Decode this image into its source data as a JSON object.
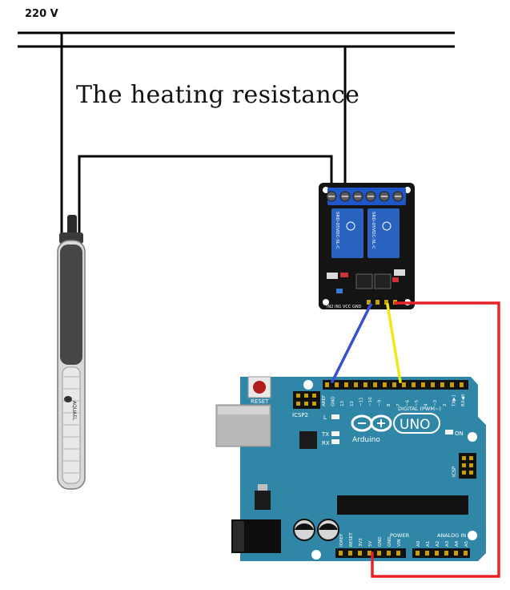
{
  "supply_label": "220 V",
  "title": "The heating resistance",
  "arduino": {
    "brand": "Arduino",
    "model": "UNO",
    "reset": "RESET",
    "icsp2": "ICSP2",
    "icsp": "ICSP",
    "l": "L",
    "tx": "TX",
    "rx": "RX",
    "on": "ON",
    "digital": "DIGITAL (PWM~)",
    "power": "POWER",
    "analog": "ANALOG IN",
    "digital_pins": [
      "AREF",
      "GND",
      "13",
      "12",
      "~11",
      "~10",
      "~9",
      "8",
      "7",
      "~6",
      "~5",
      "4",
      "~3",
      "2",
      "TX▶1",
      "RX◀0"
    ],
    "power_pins": [
      "IOREF",
      "RESET",
      "3V3",
      "5V",
      "GND",
      "GND",
      "VIN"
    ],
    "analog_pins": [
      "A0",
      "A1",
      "A2",
      "A3",
      "A4",
      "A5"
    ]
  },
  "relay": {
    "relay_text": "SRD-05VDC-SL-C",
    "pins": "IN2 IN1 VCC GND"
  },
  "heater": {
    "brand": "AQUAEL"
  },
  "colors": {
    "power_line": "#000000",
    "board_blue": "#2f86a6",
    "relay_board": "#141414",
    "relay_blue": "#2a62c0",
    "wire_gnd": "#3b4fd4",
    "wire_signal": "#f0e619",
    "wire_vcc": "#e8202a"
  }
}
